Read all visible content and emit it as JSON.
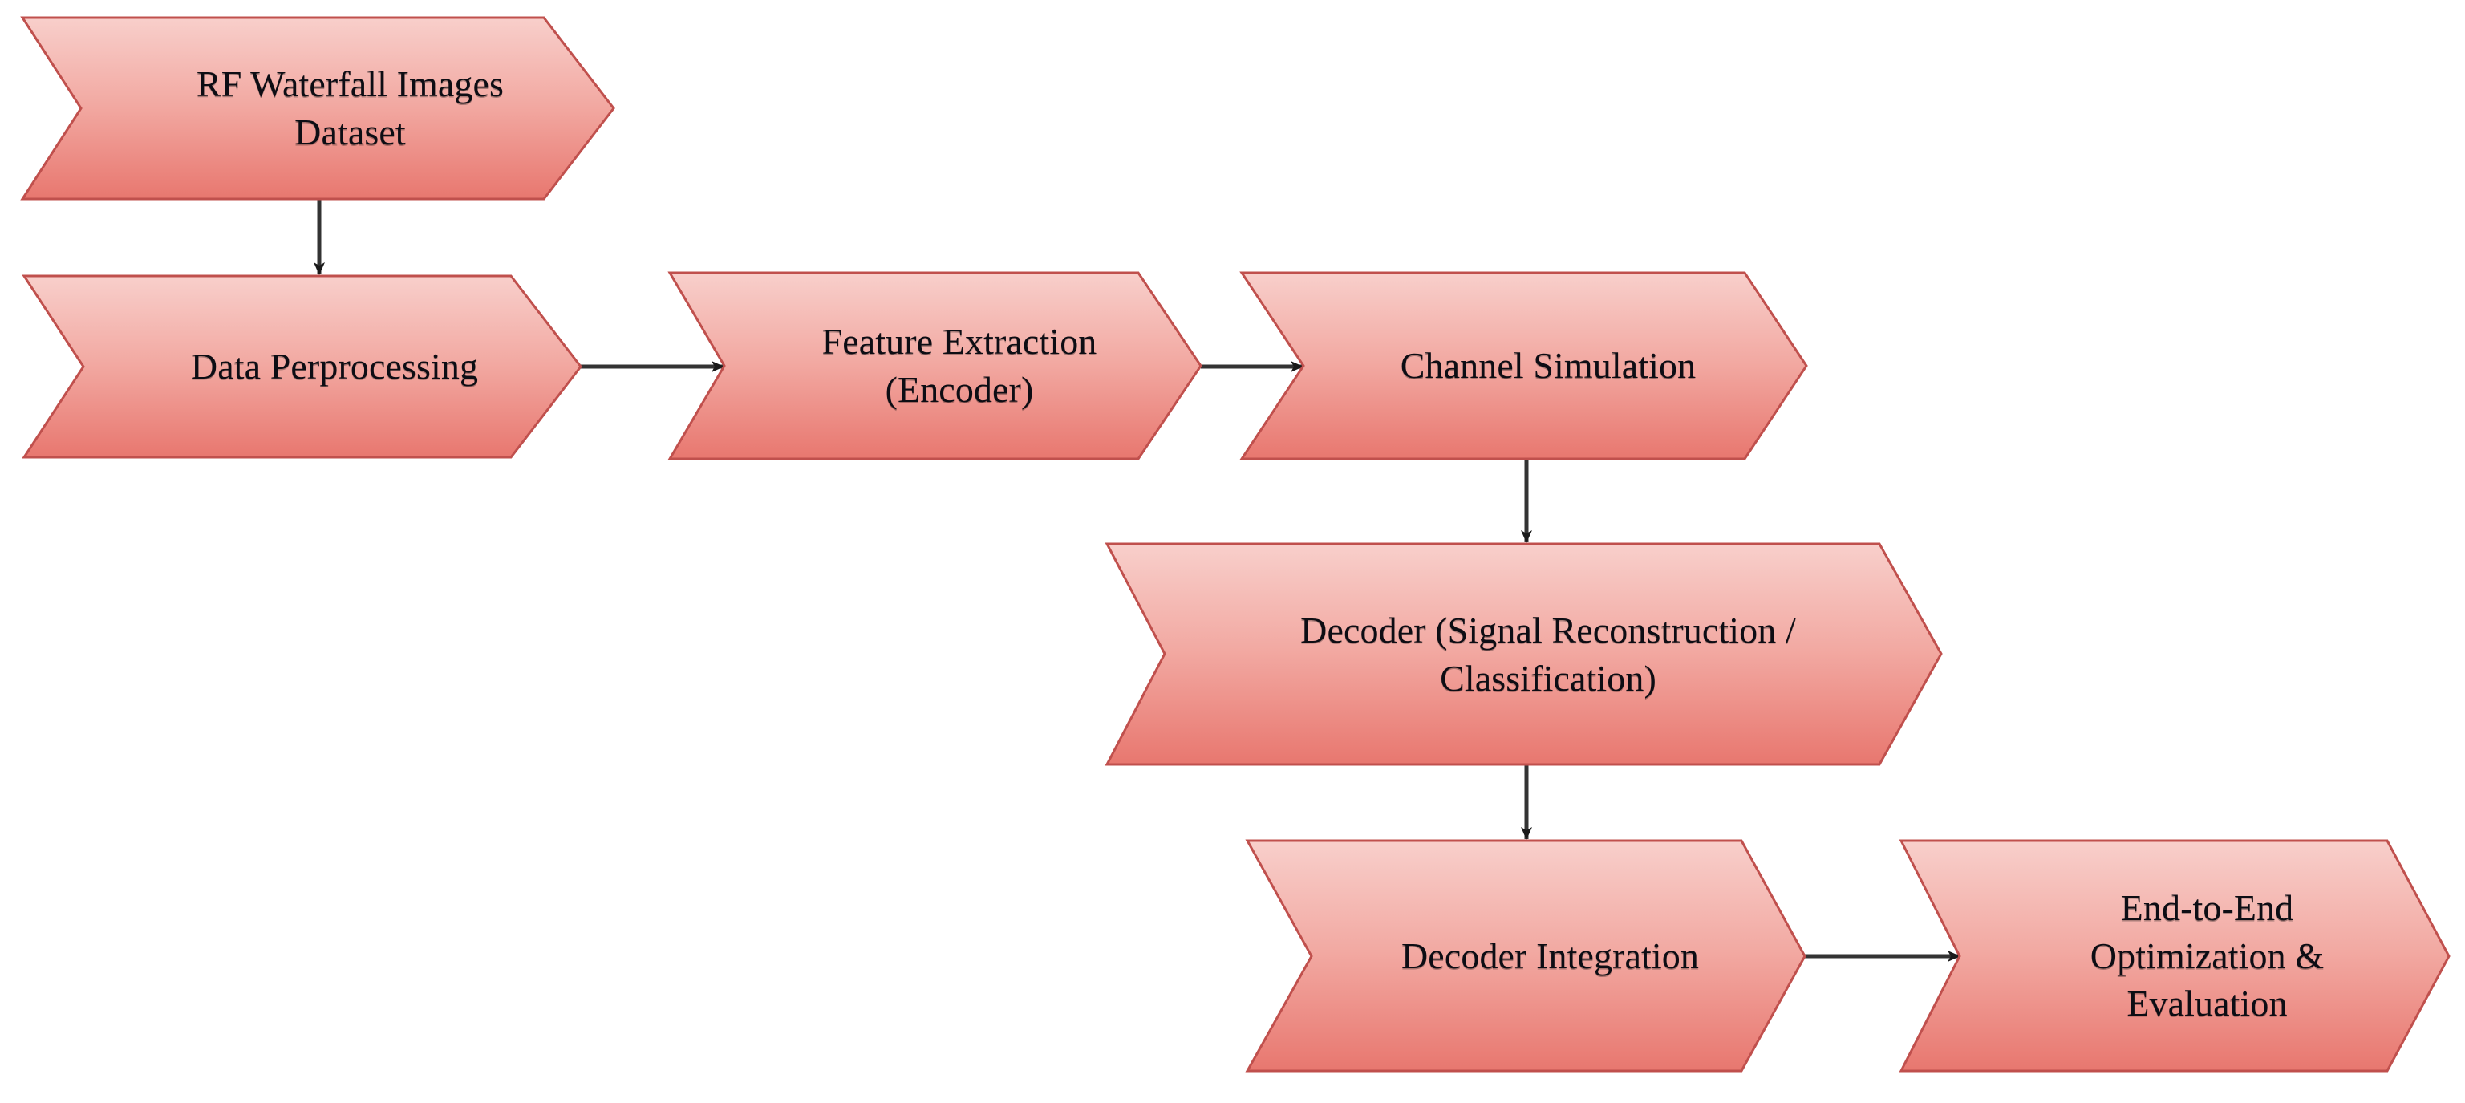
{
  "diagram": {
    "title": "RF Waterfall Image Processing Pipeline",
    "type": "flowchart",
    "shape_style": "chevron-arrow",
    "colors": {
      "fill_top": "#F6C3BE",
      "fill_bottom": "#E87B72",
      "stroke": "#C0504D",
      "text": "#0D0D14",
      "connector": "#333333",
      "background": "#FFFFFF"
    },
    "nodes": [
      {
        "id": "n1",
        "label": "RF Waterfall Images\nDataset",
        "lines": [
          "RF Waterfall Images",
          "Dataset"
        ]
      },
      {
        "id": "n2",
        "label": "Data Perprocessing",
        "lines": [
          "Data Perprocessing"
        ]
      },
      {
        "id": "n3",
        "label": "Feature Extraction\n(Encoder)",
        "lines": [
          "Feature Extraction",
          "(Encoder)"
        ]
      },
      {
        "id": "n4",
        "label": "Channel Simulation",
        "lines": [
          "Channel Simulation"
        ]
      },
      {
        "id": "n5",
        "label": "Decoder (Signal Reconstruction /\nClassification)",
        "lines": [
          "Decoder (Signal Reconstruction /",
          "Classification)"
        ]
      },
      {
        "id": "n6",
        "label": "Decoder Integration",
        "lines": [
          "Decoder Integration"
        ]
      },
      {
        "id": "n7",
        "label": "End-to-End\nOptimization &\nEvaluation",
        "lines": [
          "End-to-End",
          "Optimization &",
          "Evaluation"
        ]
      }
    ],
    "edges": [
      {
        "from": "n1",
        "to": "n2",
        "direction": "down"
      },
      {
        "from": "n2",
        "to": "n3",
        "direction": "right"
      },
      {
        "from": "n3",
        "to": "n4",
        "direction": "right"
      },
      {
        "from": "n4",
        "to": "n5",
        "direction": "down"
      },
      {
        "from": "n5",
        "to": "n6",
        "direction": "down"
      },
      {
        "from": "n6",
        "to": "n7",
        "direction": "right"
      }
    ]
  }
}
